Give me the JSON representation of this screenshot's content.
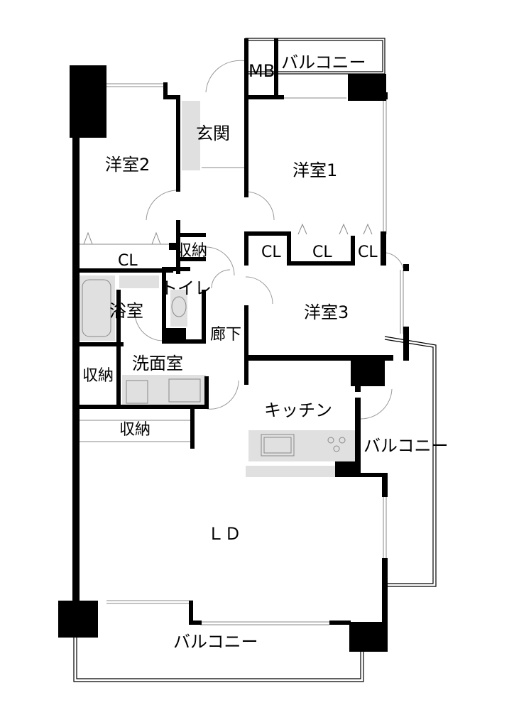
{
  "rooms": {
    "western_room_1": "洋室1",
    "western_room_2": "洋室2",
    "western_room_3": "洋室3",
    "entrance": "玄関",
    "meter_box": "MB",
    "toilet": "トイレ",
    "bathroom": "浴室",
    "washroom": "洗面室",
    "corridor": "廊下",
    "kitchen": "キッチン",
    "living_dining": "ＬＤ"
  },
  "storage": {
    "closet_room2": "CL",
    "closet_room3_a": "CL",
    "closet_room3_b": "CL",
    "closet_room3_c": "CL",
    "storage_hall": "収納",
    "storage_wash": "収納",
    "storage_lower": "収納"
  },
  "balconies": {
    "top": "バルコニー",
    "right": "バルコニー",
    "bottom": "バルコニー"
  },
  "colors": {
    "wall": "#000000",
    "fixture": "#e0e0e0",
    "background": "#ffffff"
  }
}
